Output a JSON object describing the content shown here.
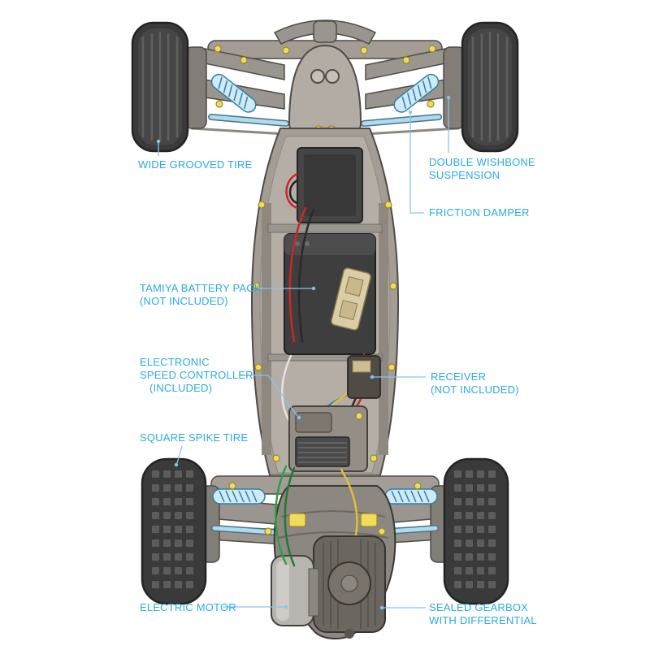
{
  "page": {
    "background_color": "#ffffff"
  },
  "colors": {
    "label_text": "#29abe2",
    "leader_line": "#85c6e8",
    "chassis_gray": "#a39d96",
    "tire_dark": "#3a3a3a",
    "damper_cyan": "#cfeaf6",
    "accent_yellow": "#f0dc5a"
  },
  "labels": {
    "wide_grooved_tire": [
      "WIDE GROOVED TIRE"
    ],
    "double_wishbone_suspension": [
      "DOUBLE WISHBONE",
      "SUSPENSION"
    ],
    "friction_damper": [
      "FRICTION DAMPER"
    ],
    "tamiya_battery_pack": [
      "TAMIYA BATTERY PACK",
      "(NOT INCLUDED)"
    ],
    "electronic_speed_controller": [
      "ELECTRONIC",
      "SPEED CONTROLLER",
      "(INCLUDED)"
    ],
    "receiver": [
      "RECEIVER",
      "(NOT INCLUDED)"
    ],
    "square_spike_tire": [
      "SQUARE SPIKE TIRE"
    ],
    "electric_motor": [
      "ELECTRIC MOTOR"
    ],
    "sealed_gearbox": [
      "SEALED GEARBOX",
      "WITH DIFFERENTIAL"
    ]
  }
}
